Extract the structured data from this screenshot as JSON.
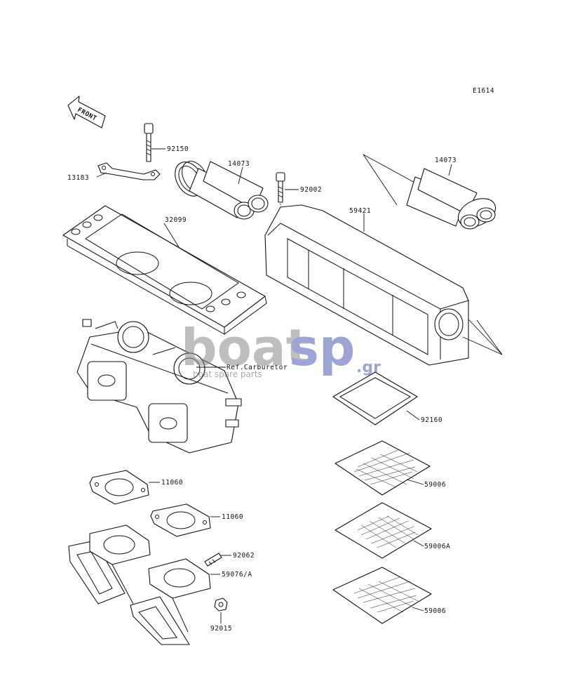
{
  "diagram_id": "E1614",
  "front_label": "FRONT",
  "ref_label": "Ref.Carburetor",
  "watermark": {
    "brand_left": "boat",
    "brand_right": "sp",
    "suffix": ".gr",
    "tagline": "boat spare parts"
  },
  "callouts": {
    "c92150": "92150",
    "c13183": "13183",
    "c14073a": "14073",
    "c14073b": "14073",
    "c92002": "92002",
    "c59421": "59421",
    "c32099": "32099",
    "c92160": "92160",
    "c59006a": "59006",
    "c59006A": "59006A",
    "c59006b": "59006",
    "c11060a": "11060",
    "c11060b": "11060",
    "c92062": "92062",
    "c59076": "59076/A",
    "c92015": "92015"
  }
}
